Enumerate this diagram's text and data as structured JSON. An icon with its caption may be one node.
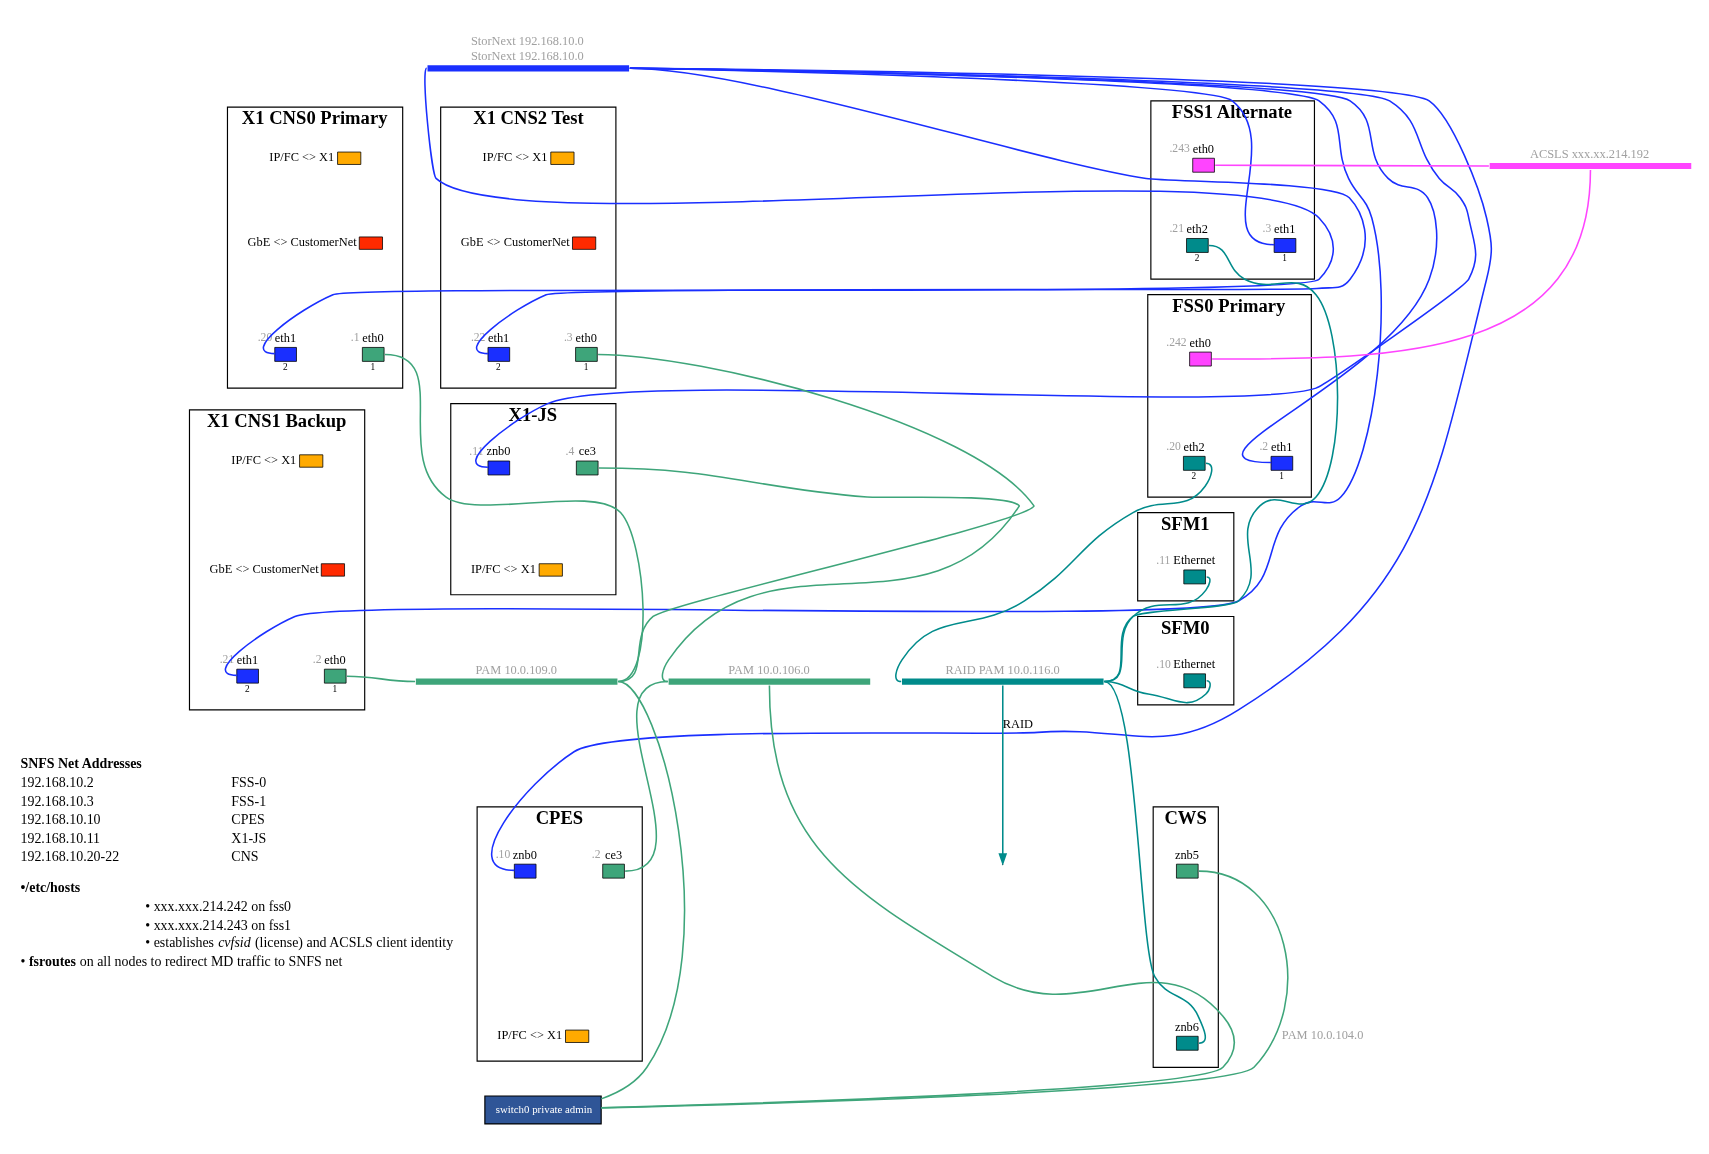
{
  "diagram": {
    "nodes": [
      {
        "text": [],
        "shape": "bar",
        "beside": [
          "StorNext 192.168.10.0",
          "StorNext 192.168.10.0"
        ]
      },
      {
        "text": [
          "X1 CNS0 Primary"
        ]
      },
      {
        "text": [],
        "shape": "box",
        "in": 1,
        "beside": [
          "IP/FC <> X1"
        ]
      },
      {
        "text": [],
        "shape": "box",
        "in": 1,
        "beside": [
          "GbE <> CustomerNet"
        ]
      },
      {
        "text": [
          "eth1"
        ],
        "in": 1,
        "beside": [
          ".20",
          "2"
        ]
      },
      {
        "text": [
          "eth0"
        ],
        "in": 1,
        "beside": [
          ".1",
          "1"
        ]
      },
      {
        "text": [
          "X1 CNS2 Test"
        ]
      },
      {
        "text": [],
        "shape": "box",
        "in": 6,
        "beside": [
          "IP/FC <> X1"
        ]
      },
      {
        "text": [],
        "shape": "box",
        "in": 6,
        "beside": [
          "GbE <> CustomerNet"
        ]
      },
      {
        "text": [
          "eth1"
        ],
        "in": 6,
        "beside": [
          ".22",
          "2"
        ]
      },
      {
        "text": [
          "eth0"
        ],
        "in": 6,
        "beside": [
          ".3",
          "1"
        ]
      },
      {
        "text": [
          "FSS1 Alternate"
        ]
      },
      {
        "text": [
          "eth0"
        ],
        "in": 11,
        "beside": [
          ".243"
        ]
      },
      {
        "text": [
          "eth2"
        ],
        "in": 11,
        "beside": [
          ".21",
          "2"
        ]
      },
      {
        "text": [
          "eth1"
        ],
        "in": 11,
        "beside": [
          ".3",
          "1"
        ]
      },
      {
        "text": [],
        "shape": "bar",
        "beside": [
          "ACSLS xxx.xx.214.192"
        ]
      },
      {
        "text": [
          "X1 CNS1 Backup"
        ]
      },
      {
        "text": [],
        "shape": "box",
        "in": 16,
        "beside": [
          "IP/FC <> X1"
        ]
      },
      {
        "text": [],
        "shape": "box",
        "in": 16,
        "beside": [
          "GbE <> CustomerNet"
        ]
      },
      {
        "text": [
          "eth1"
        ],
        "in": 16,
        "beside": [
          ".21",
          "2"
        ]
      },
      {
        "text": [
          "eth0"
        ],
        "in": 16,
        "beside": [
          ".2",
          "1"
        ]
      },
      {
        "text": [
          "FSS0 Primary"
        ]
      },
      {
        "text": [
          "eth0"
        ],
        "in": 21,
        "beside": [
          ".242"
        ]
      },
      {
        "text": [
          "eth2"
        ],
        "in": 21,
        "beside": [
          ".20",
          "2"
        ]
      },
      {
        "text": [
          "eth1"
        ],
        "in": 21,
        "beside": [
          ".2",
          "1"
        ]
      },
      {
        "text": [
          "X1-JS"
        ]
      },
      {
        "text": [
          "znb0"
        ],
        "in": 25,
        "beside": [
          ".11"
        ]
      },
      {
        "text": [
          "ce3"
        ],
        "in": 25,
        "beside": [
          ".4"
        ]
      },
      {
        "text": [],
        "shape": "box",
        "in": 25,
        "beside": [
          "IP/FC <> X1"
        ]
      },
      {
        "text": [],
        "shape": "bar",
        "beside": [
          "PAM 10.0.109.0"
        ]
      },
      {
        "text": [],
        "shape": "bar",
        "beside": [
          "PAM 10.0.106.0"
        ]
      },
      {
        "text": [],
        "shape": "bar",
        "beside": [
          "RAID PAM 10.0.116.0"
        ]
      },
      {
        "text": [
          "SFM1"
        ]
      },
      {
        "text": [
          "Ethernet"
        ],
        "in": 32,
        "beside": [
          ".11"
        ]
      },
      {
        "text": [
          "CPES"
        ]
      },
      {
        "text": [
          "znb0"
        ],
        "in": 34,
        "beside": [
          ".10"
        ]
      },
      {
        "text": [
          "ce3"
        ],
        "in": 34,
        "beside": [
          ".2"
        ]
      },
      {
        "text": [],
        "shape": "box",
        "in": 34,
        "beside": [
          "IP/FC <> X1"
        ]
      },
      {
        "text": [
          "SFM0"
        ]
      },
      {
        "text": [
          "Ethernet"
        ],
        "in": 38,
        "beside": [
          ".10"
        ]
      },
      {
        "text": [
          "switch0 private admin"
        ]
      },
      {
        "text": [
          "CWS"
        ]
      },
      {
        "text": [
          "znb5"
        ],
        "in": 41
      },
      {
        "text": [
          "znb6"
        ],
        "in": 41
      }
    ],
    "edges": [
      {
        "from": 0,
        "to": 4,
        "arrow": "none",
        "color": "#1a2fff"
      },
      {
        "from": 0,
        "to": 9,
        "arrow": "none",
        "color": "#1a2fff"
      },
      {
        "from": 0,
        "to": 14,
        "arrow": "none",
        "color": "#1a2fff"
      },
      {
        "from": 0,
        "to": 19,
        "arrow": "none",
        "color": "#1a2fff"
      },
      {
        "from": 0,
        "to": 24,
        "arrow": "none",
        "color": "#1a2fff"
      },
      {
        "from": 0,
        "to": 26,
        "arrow": "none",
        "color": "#1a2fff"
      },
      {
        "from": 0,
        "to": 35,
        "arrow": "none",
        "color": "#1a2fff"
      },
      {
        "from": 12,
        "to": 15,
        "arrow": "none",
        "color": "#ff44ff"
      },
      {
        "from": 22,
        "to": 15,
        "arrow": "none",
        "color": "#ff44ff"
      },
      {
        "from": 5,
        "to": 29,
        "arrow": "none"
      },
      {
        "from": 10,
        "to": 29,
        "arrow": "none"
      },
      {
        "from": 20,
        "to": 29,
        "arrow": "none"
      },
      {
        "from": 27,
        "to": 30,
        "arrow": "none"
      },
      {
        "from": 36,
        "to": 30,
        "arrow": "none"
      },
      {
        "from": 29,
        "to": 40,
        "arrow": "none"
      },
      {
        "from": 40,
        "to": 30,
        "arrow": "none"
      },
      {
        "from": 40,
        "to": 42,
        "arrow": "none",
        "label": "PAM 10.0.104.0"
      },
      {
        "from": 13,
        "to": 31,
        "arrow": "none",
        "color": "#008b8b"
      },
      {
        "from": 23,
        "to": 31,
        "arrow": "none",
        "color": "#008b8b"
      },
      {
        "from": 33,
        "to": 31,
        "arrow": "none",
        "color": "#008b8b"
      },
      {
        "from": 39,
        "to": 31,
        "arrow": "none",
        "color": "#008b8b"
      },
      {
        "from": 43,
        "to": 31,
        "arrow": "none",
        "color": "#008b8b"
      },
      {
        "from": 31,
        "to": null,
        "arrow": "to",
        "label": "RAID",
        "color": "#008b8b"
      }
    ],
    "labels": [
      "SNFS Net Addresses",
      "192.168.10.2",
      "FSS-0",
      "192.168.10.3",
      "FSS-1",
      "192.168.10.10",
      "CPES",
      "192.168.10.11",
      "X1-JS",
      "192.168.10.20-22",
      "CNS",
      "•/etc/hosts",
      "• xxx.xxx.214.242 on fss0",
      "• xxx.xxx.214.243 on fss1",
      "• establishes *cvfsid* (license) and ACSLS client identity",
      "• **fsroutes** on all nodes to redirect MD traffic to SNFS net"
    ]
  }
}
